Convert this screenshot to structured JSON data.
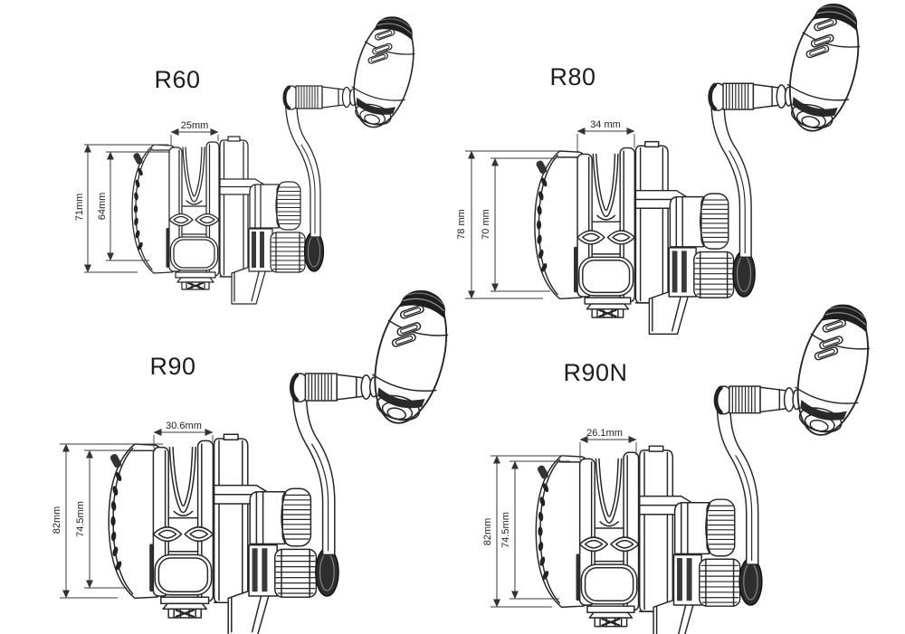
{
  "page": {
    "background_color": "#ffffff",
    "ink_color": "#262626",
    "content_type": "fishing reel technical dimension drawings"
  },
  "diagrams": [
    {
      "id": "r60",
      "title": "R60",
      "width_label": "25mm",
      "outer_height_label": "71mm",
      "inner_height_label": "64mm"
    },
    {
      "id": "r80",
      "title": "R80",
      "width_label": "34 mm",
      "outer_height_label": "78 mm",
      "inner_height_label": "70 mm"
    },
    {
      "id": "r90",
      "title": "R90",
      "width_label": "30.6mm",
      "outer_height_label": "82mm",
      "inner_height_label": "74.5mm"
    },
    {
      "id": "r90n",
      "title": "R90N",
      "width_label": "26.1mm",
      "outer_height_label": "82mm",
      "inner_height_label": "74.5mm"
    }
  ]
}
